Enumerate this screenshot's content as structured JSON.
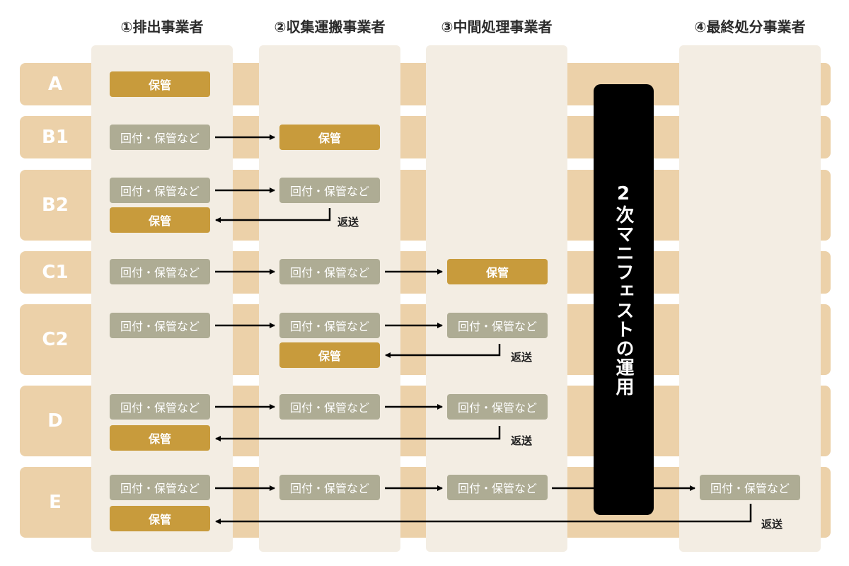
{
  "colors": {
    "row_band": "#ecd1a9",
    "column_band": "#f3ede3",
    "gray_box": "#aeac94",
    "gold_box": "#c89b3c",
    "banner": "#000000",
    "arrow": "#000000"
  },
  "headers": {
    "emitter": "①排出事業者",
    "collector": "②収集運搬事業者",
    "intermediate": "③中間処理事業者",
    "final": "④最終処分事業者"
  },
  "banner_text": "2次マニフェストの運用",
  "labels": {
    "circulate": "回付・保管など",
    "store": "保管",
    "return": "返送"
  },
  "rows": [
    {
      "id": "A"
    },
    {
      "id": "B1"
    },
    {
      "id": "B2"
    },
    {
      "id": "C1"
    },
    {
      "id": "C2"
    },
    {
      "id": "D"
    },
    {
      "id": "E"
    }
  ]
}
